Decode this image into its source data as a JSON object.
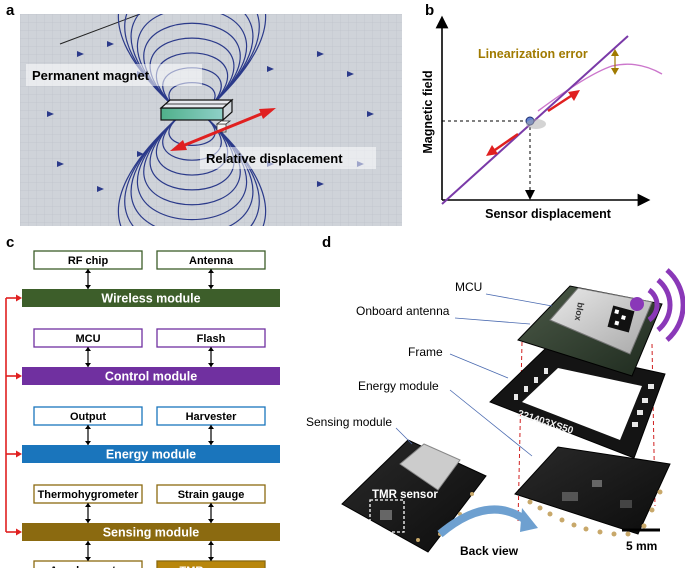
{
  "panels": {
    "a": {
      "letter": "a",
      "magnet_label": "Permanent magnet",
      "displacement_label": "Relative displacement"
    },
    "b": {
      "letter": "b",
      "ylabel": "Magnetic field",
      "xlabel": "Sensor displacement",
      "annotation": "Linearization error",
      "colors": {
        "line": "#7a3aa8",
        "curve": "#cc77cc",
        "annotation": "#a07a00",
        "arrow": "#e02020"
      }
    },
    "c": {
      "letter": "c",
      "modules": [
        {
          "name": "Wireless module",
          "color": "#3d5e2a",
          "subs": [
            "RF chip",
            "Antenna"
          ],
          "sub_colors": [
            "#3d5e2a",
            "#3d5e2a"
          ]
        },
        {
          "name": "Control module",
          "color": "#7030a0",
          "subs": [
            "MCU",
            "Flash"
          ],
          "sub_colors": [
            "#7030a0",
            "#7030a0"
          ]
        },
        {
          "name": "Energy module",
          "color": "#1a75bc",
          "subs": [
            "Output",
            "Harvester"
          ],
          "sub_colors": [
            "#1a75bc",
            "#1a75bc"
          ]
        },
        {
          "name": "Sensing module",
          "color": "#8b6a10",
          "subs": [
            "Thermohygrometer",
            "Strain gauge"
          ],
          "sub_colors": [
            "#8b6a10",
            "#8b6a10"
          ]
        }
      ],
      "bottom_subs": [
        "Accelerometer",
        "TMR sensor"
      ],
      "bus_color": "#e02020"
    },
    "d": {
      "letter": "d",
      "labels": {
        "mcu": "MCU",
        "antenna": "Onboard antenna",
        "frame": "Frame",
        "energy": "Energy module",
        "sensing": "Sensing module",
        "tmr": "TMR sensor",
        "back_view": "Back view",
        "scale": "5 mm",
        "frame_text": "221403XS50",
        "chip_brand": "blox"
      }
    }
  }
}
